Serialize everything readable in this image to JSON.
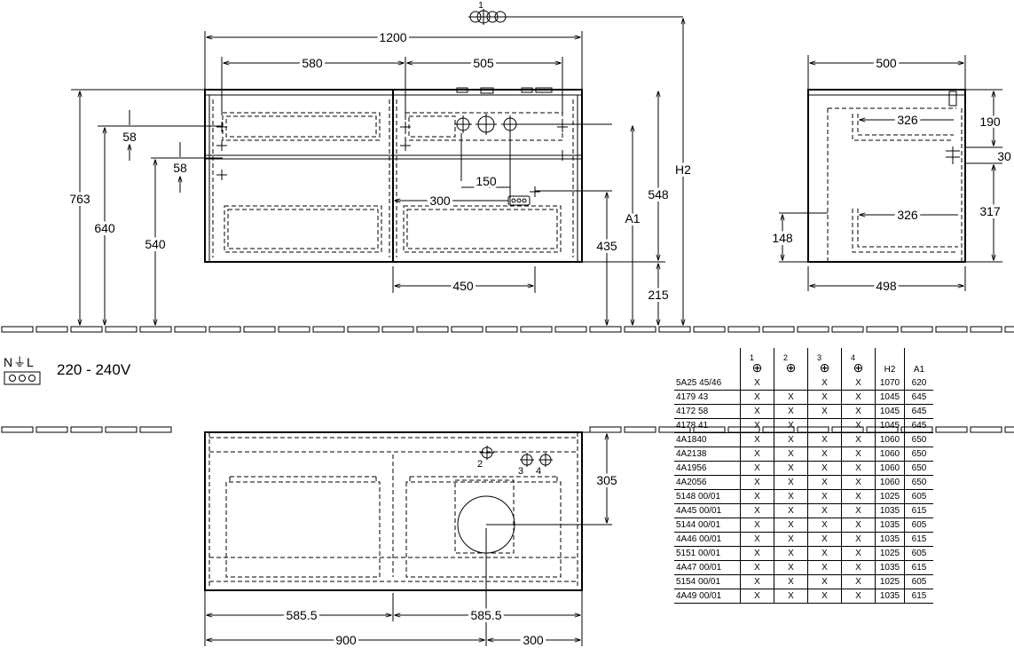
{
  "dimensions": {
    "overall_width": "1200",
    "left_section": "580",
    "right_section": "505",
    "total_height": "763",
    "h_640": "640",
    "h_540": "540",
    "small_58_a": "58",
    "small_58_b": "58",
    "d_150": "150",
    "d_300": "300",
    "d_450": "450",
    "h_548": "548",
    "h_435": "435",
    "h_215": "215",
    "label_a1": "A1",
    "label_h2": "H2",
    "side_depth_top": "500",
    "side_depth_bottom": "498",
    "side_inner_top": "326",
    "side_inner_bottom": "326",
    "side_h190": "190",
    "side_h30": "30",
    "side_h317": "317",
    "side_h148": "148",
    "plan_305": "305",
    "plan_585_left": "585.5",
    "plan_585_right": "585.5",
    "plan_900": "900",
    "plan_300": "300",
    "top_connection_num": "1",
    "plan_connection_2": "2",
    "plan_connection_3": "3",
    "plan_connection_4": "4"
  },
  "power": {
    "symbol": "N⏚L",
    "voltage": "220 - 240V"
  },
  "spec_table": {
    "headers": [
      "1",
      "2",
      "3",
      "4",
      "H2",
      "A1"
    ],
    "rows": [
      {
        "code": "5A25 45/46",
        "c1": "X",
        "c2": "",
        "c3": "X",
        "c4": "X",
        "h2": "1070",
        "a1": "620"
      },
      {
        "code": "4179 43",
        "c1": "X",
        "c2": "X",
        "c3": "X",
        "c4": "X",
        "h2": "1045",
        "a1": "645"
      },
      {
        "code": "4172 58",
        "c1": "X",
        "c2": "X",
        "c3": "X",
        "c4": "X",
        "h2": "1045",
        "a1": "645"
      },
      {
        "code": "4178 41",
        "c1": "X",
        "c2": "X",
        "c3": "",
        "c4": "X",
        "h2": "1045",
        "a1": "645"
      },
      {
        "code": "4A1840",
        "c1": "X",
        "c2": "X",
        "c3": "X",
        "c4": "X",
        "h2": "1060",
        "a1": "650"
      },
      {
        "code": "4A2138",
        "c1": "X",
        "c2": "X",
        "c3": "X",
        "c4": "X",
        "h2": "1060",
        "a1": "650"
      },
      {
        "code": "4A1956",
        "c1": "X",
        "c2": "X",
        "c3": "X",
        "c4": "X",
        "h2": "1060",
        "a1": "650"
      },
      {
        "code": "4A2056",
        "c1": "X",
        "c2": "X",
        "c3": "X",
        "c4": "X",
        "h2": "1060",
        "a1": "650"
      },
      {
        "code": "5148 00/01",
        "c1": "X",
        "c2": "X",
        "c3": "X",
        "c4": "X",
        "h2": "1025",
        "a1": "605"
      },
      {
        "code": "4A45 00/01",
        "c1": "X",
        "c2": "X",
        "c3": "X",
        "c4": "X",
        "h2": "1035",
        "a1": "615"
      },
      {
        "code": "5144 00/01",
        "c1": "X",
        "c2": "X",
        "c3": "X",
        "c4": "X",
        "h2": "1035",
        "a1": "605"
      },
      {
        "code": "4A46 00/01",
        "c1": "X",
        "c2": "X",
        "c3": "X",
        "c4": "X",
        "h2": "1035",
        "a1": "615"
      },
      {
        "code": "5151 00/01",
        "c1": "X",
        "c2": "X",
        "c3": "X",
        "c4": "X",
        "h2": "1025",
        "a1": "605"
      },
      {
        "code": "4A47 00/01",
        "c1": "X",
        "c2": "X",
        "c3": "X",
        "c4": "X",
        "h2": "1035",
        "a1": "615"
      },
      {
        "code": "5154 00/01",
        "c1": "X",
        "c2": "X",
        "c3": "X",
        "c4": "X",
        "h2": "1025",
        "a1": "605"
      },
      {
        "code": "4A49 00/01",
        "c1": "X",
        "c2": "X",
        "c3": "X",
        "c4": "X",
        "h2": "1035",
        "a1": "615"
      }
    ]
  }
}
